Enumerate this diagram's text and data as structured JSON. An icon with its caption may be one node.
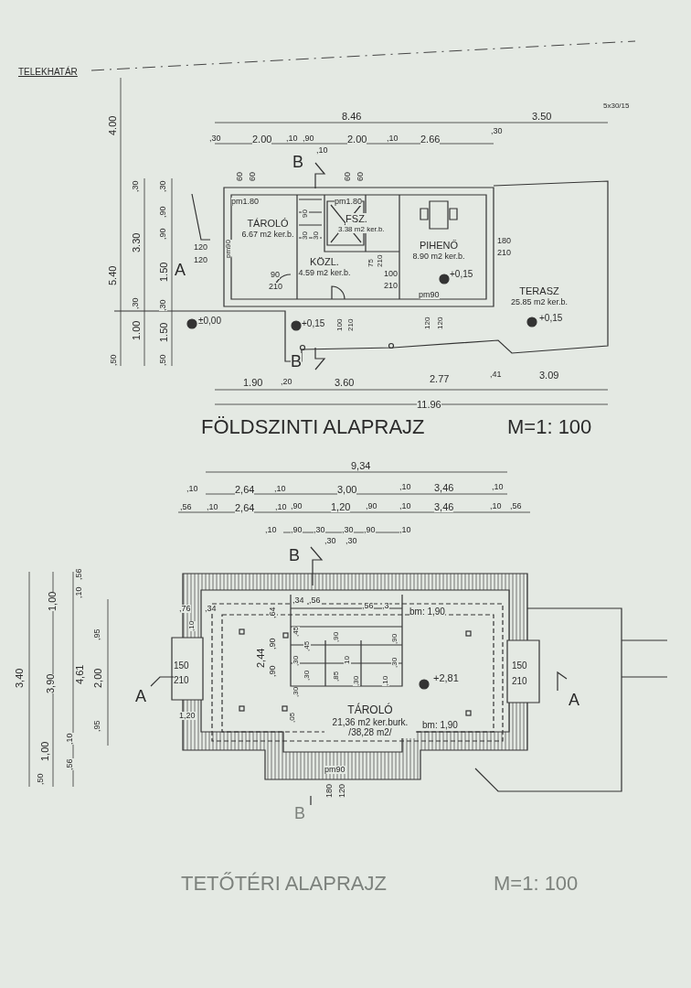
{
  "diagram": {
    "nodes": [
      {
        "text": [
          "TÁROLÓ",
          "6.67 m2 ker.b."
        ]
      },
      {
        "text": [
          "FSZ.",
          "3.38 m2 ker.b."
        ]
      },
      {
        "text": [
          "KÖZL.",
          "4.59 m2 ker.b."
        ]
      },
      {
        "text": [
          "PIHENŐ",
          "8.90 m2 ker.b."
        ]
      },
      {
        "text": [
          "TERASZ",
          "25.85 m2 ker.b."
        ]
      },
      {
        "text": [
          "TÁROLÓ",
          "21,36 m2 ker.burk. /38,28 m2/"
        ]
      }
    ],
    "edges": [],
    "labels": [
      "TELEKHATÁR",
      "4.00",
      "8.46",
      "3.50",
      "5x30/15",
      ",30",
      "2.00",
      ",10",
      ",90",
      ",10",
      "2.00",
      ",10",
      "2.66",
      ",30",
      "5.40",
      ",30",
      "3.30",
      ",30",
      "1.00",
      ",50",
      ",30",
      ",90",
      ",90",
      "1.50",
      ",30",
      "1.50",
      ",50",
      "60",
      "60",
      "60",
      "60",
      "pm1.80",
      "pm1.80",
      "120",
      "120",
      "pm90",
      "90",
      "210",
      "90",
      "30",
      "30",
      "75",
      "210",
      "100",
      "210",
      "180",
      "210",
      "pm90",
      "±0,00",
      "+0,15",
      "100",
      "210",
      "120",
      "120",
      "+0,15",
      "+0,15",
      "A",
      "B",
      "B",
      "1.90",
      ",20",
      "3.60",
      "2.77",
      ",41",
      "3.09",
      "11.96",
      "FÖLDSZINTI ALAPRAJZ",
      "M=1: 100",
      "9,34",
      ",10",
      "2,64",
      ",10",
      "3,00",
      ",10",
      "3,46",
      ",10",
      ",56",
      ",10",
      "2,64",
      ",10",
      ",90",
      "1,20",
      ",90",
      ",10",
      "3,46",
      ",10",
      ",56",
      ",10",
      ",90",
      ",30",
      ",30",
      ",90",
      ",10",
      ",30",
      ",30",
      "B",
      "3,40",
      "1,00",
      "3,90",
      "1,00",
      ",50",
      ",56",
      ",10",
      "4,61",
      ",10",
      ",56",
      ",95",
      "2,00",
      ",95",
      ",76",
      ",34",
      ",10",
      "2,44",
      ",90",
      ",90",
      ",64",
      ",34",
      ",56",
      ",56",
      ",3",
      "bm: 1,90",
      "bm: 1,90",
      ",45",
      ",45",
      ",30",
      ",30",
      ",30",
      ",05",
      ",90",
      ",85",
      "10",
      ",30",
      ",90",
      ",30",
      ",10",
      "150",
      "210",
      "150",
      "210",
      "1,20",
      "+2,81",
      "pm90",
      "180",
      "120",
      "A",
      "A",
      "B",
      "TETŐTÉRI ALAPRAJZ",
      "M=1: 100"
    ]
  }
}
